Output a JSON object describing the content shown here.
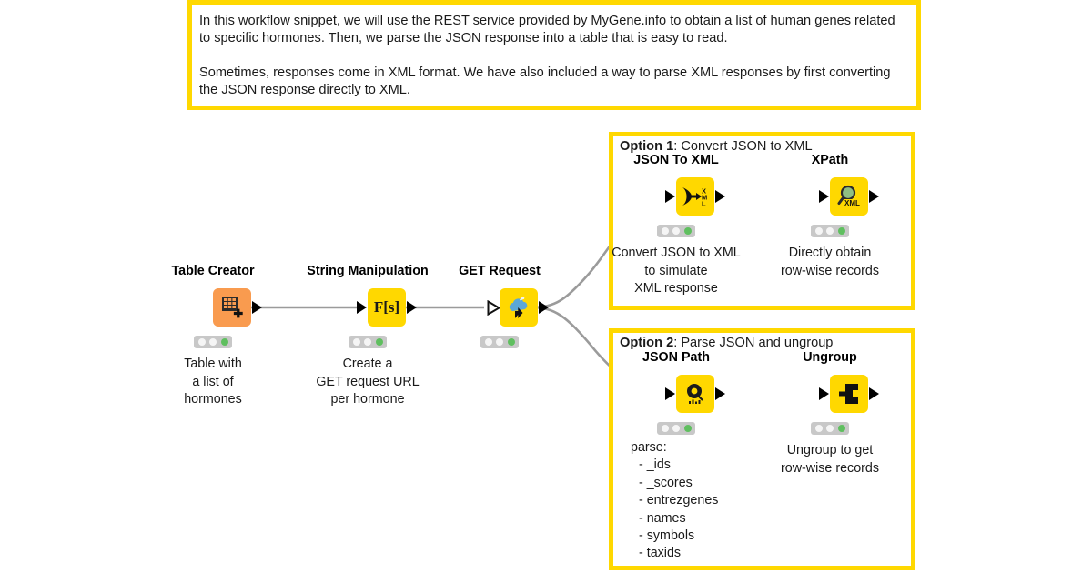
{
  "annotation": {
    "name": "workflow-description",
    "paragraphs": [
      "In this workflow snippet, we will use the REST service provided by MyGene.info to obtain a list of human genes related to specific hormones. Then, we parse the JSON response into a table that is easy to read.",
      "Sometimes, responses come in XML format. We have also included a way to parse XML responses by first converting the JSON response directly to XML."
    ]
  },
  "options": {
    "option1": {
      "label": "Option 1",
      "separator": ":",
      "title": "Convert JSON to XML"
    },
    "option2": {
      "label": "Option 2",
      "separator": ":",
      "title": "Parse JSON and ungroup"
    }
  },
  "nodes": {
    "table_creator": {
      "title": "Table Creator",
      "icon": "table-grid-plus-icon",
      "color": "#F99B4F",
      "caption": [
        "Table with",
        "a list of",
        "hormones"
      ],
      "status": [
        "idle",
        "idle",
        "executed"
      ]
    },
    "string_manipulation": {
      "title": "String Manipulation",
      "icon": "function-fs-icon",
      "icon_label": "F[s]",
      "color": "#FFD800",
      "caption": [
        "Create a",
        "GET request URL",
        "per hormone"
      ],
      "status": [
        "idle",
        "idle",
        "executed"
      ]
    },
    "get_request": {
      "title": "GET Request",
      "icon": "cloud-download-icon",
      "color": "#FFD800",
      "caption": [],
      "status": [
        "idle",
        "idle",
        "executed"
      ]
    },
    "json_to_xml": {
      "title": "JSON To XML",
      "icon": "json-to-xml-icon",
      "icon_label": "XML",
      "color": "#FFD800",
      "caption": [
        "Convert JSON to XML",
        "to simulate",
        "XML response"
      ],
      "status": [
        "idle",
        "idle",
        "executed"
      ]
    },
    "xpath": {
      "title": "XPath",
      "icon": "magnifier-xml-icon",
      "icon_label": "XML",
      "color": "#FFD800",
      "caption": [
        "Directly obtain",
        "row-wise records"
      ],
      "status": [
        "idle",
        "idle",
        "executed"
      ]
    },
    "json_path": {
      "title": "JSON Path",
      "icon": "json-path-ring-icon",
      "color": "#FFD800",
      "caption": [],
      "status": [
        "idle",
        "idle",
        "executed"
      ]
    },
    "ungroup": {
      "title": "Ungroup",
      "icon": "ungroup-bracket-icon",
      "color": "#FFD800",
      "caption": [
        "Ungroup to get",
        "row-wise records"
      ],
      "status": [
        "idle",
        "idle",
        "executed"
      ]
    }
  },
  "parse_list": {
    "heading": "parse:",
    "items": [
      "- _ids",
      "- _scores",
      "- entrezgenes",
      "- names",
      "- symbols",
      "- taxids"
    ]
  },
  "colors": {
    "node_yellow": "#FFD800",
    "node_orange": "#F99B4F",
    "annotation_border": "#FFD800",
    "wire_gray": "#9B9B9B",
    "status_green": "#5FBF5F",
    "background": "#FFFFFF"
  }
}
